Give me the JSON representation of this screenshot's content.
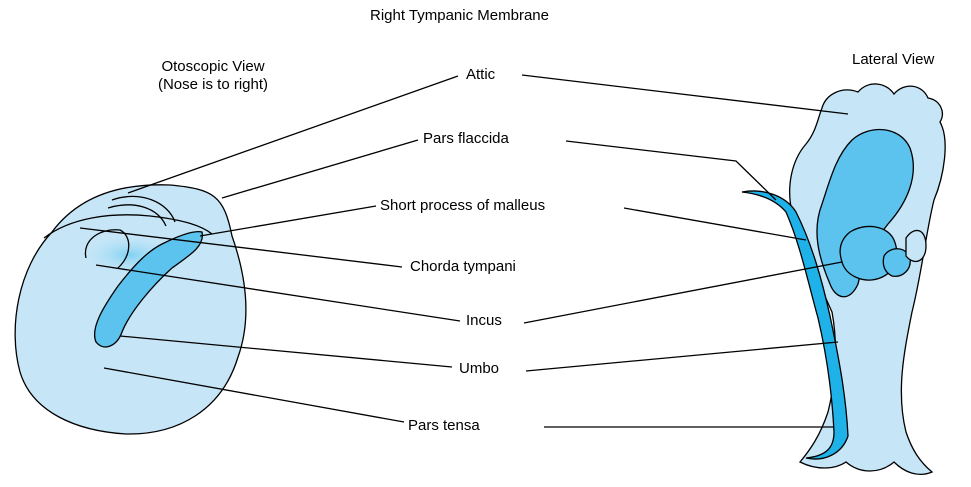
{
  "title": "Right Tympanic Membrane",
  "views": {
    "otoscopic_title": "Otoscopic View",
    "otoscopic_note": "(Nose is to right)",
    "lateral_title": "Lateral View"
  },
  "labels": {
    "attic": "Attic",
    "pars_flaccida": "Pars flaccida",
    "short_process": "Short process of malleus",
    "chorda_tympani": "Chorda tympani",
    "incus": "Incus",
    "umbo": "Umbo",
    "pars_tensa": "Pars tensa"
  },
  "colors": {
    "membrane_fill": "#c6e6f7",
    "structure_fill": "#5cc3ef",
    "cyan_edge": "#1fb2e8",
    "line": "#000000"
  }
}
